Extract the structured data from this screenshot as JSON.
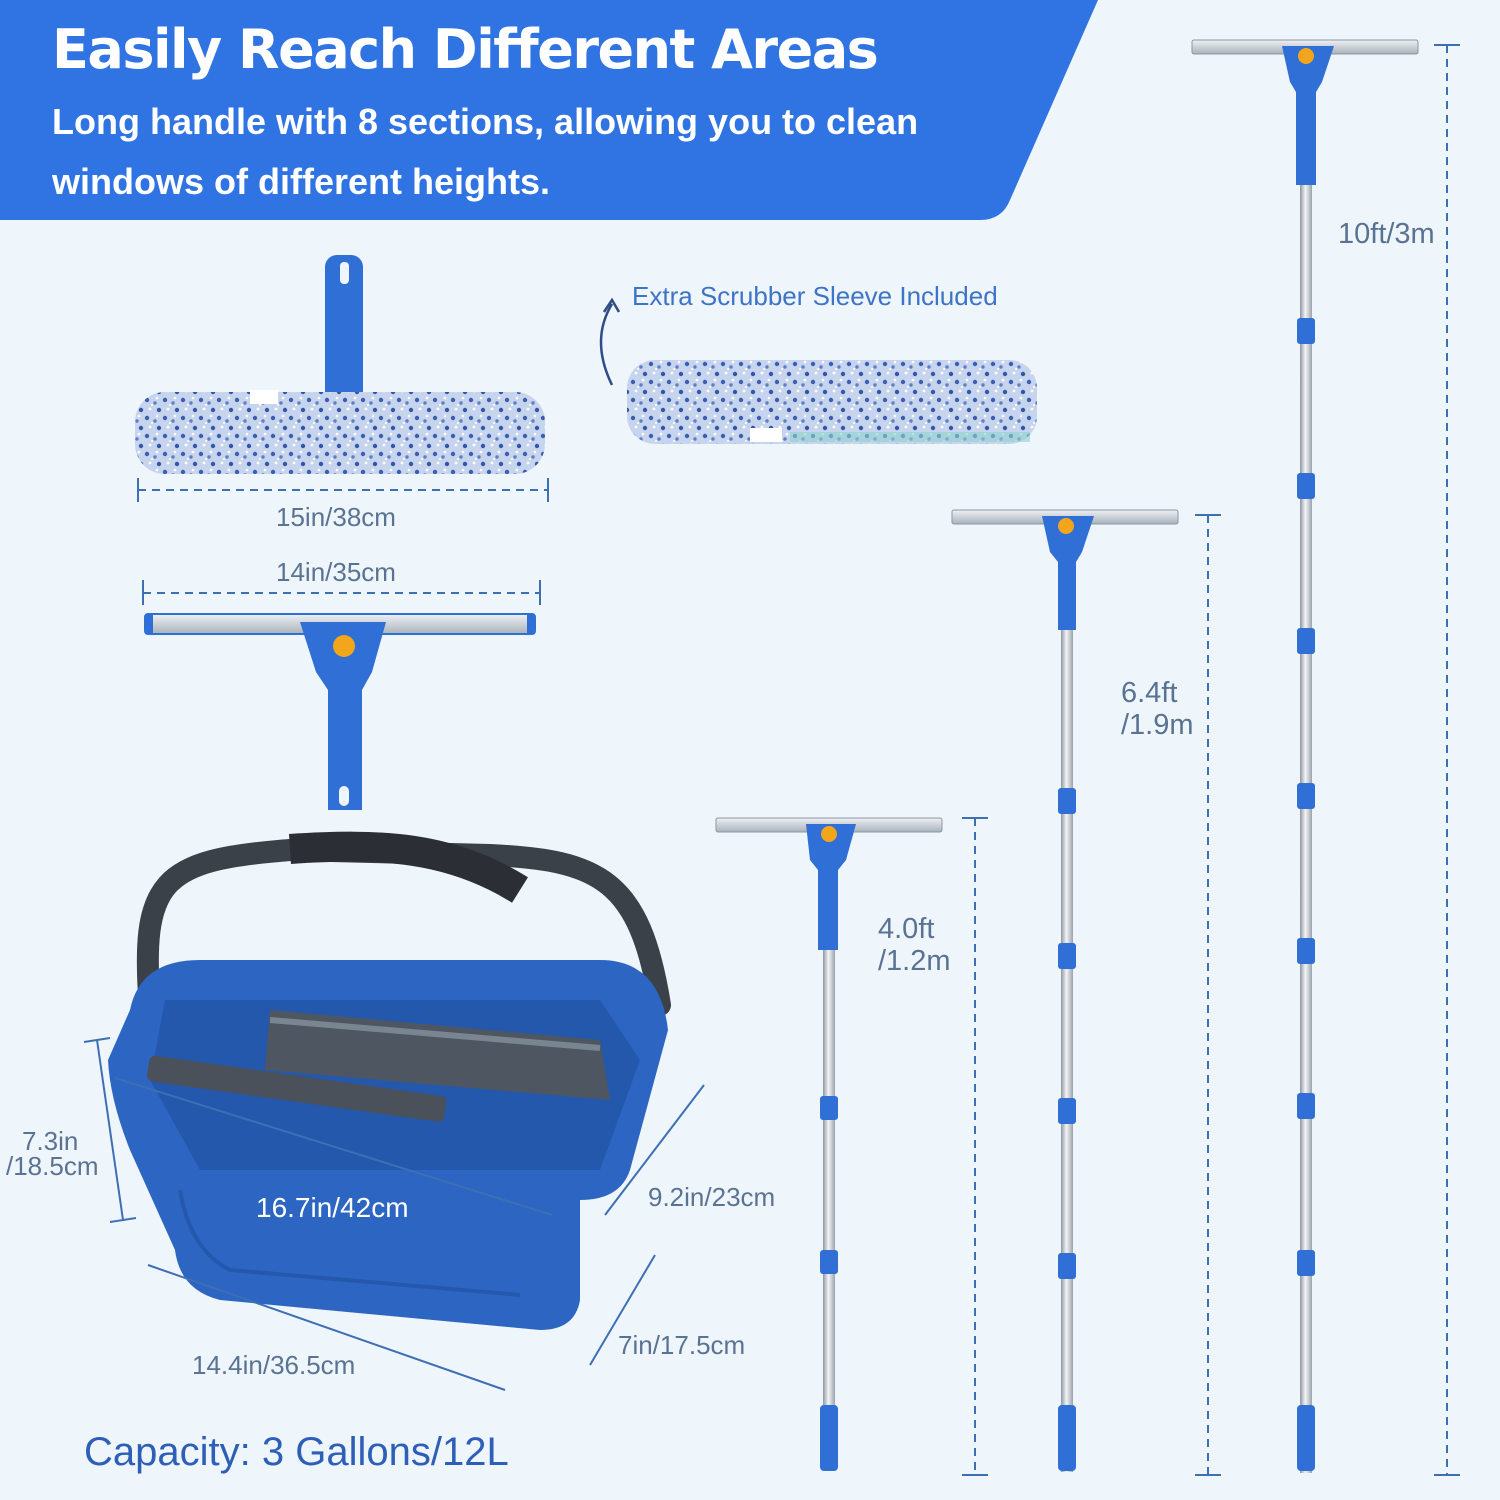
{
  "header": {
    "title": "Easily Reach Different Areas",
    "subtitle": "Long handle with 8 sections, allowing you to clean windows of different heights."
  },
  "scrubber": {
    "width_label": "15in/38cm",
    "extra_sleeve_note": "Extra Scrubber Sleeve Included"
  },
  "squeegee": {
    "width_label": "14in/35cm"
  },
  "poles": [
    {
      "label_line1": "4.0ft",
      "label_line2": "/1.2m"
    },
    {
      "label_line1": "6.4ft",
      "label_line2": "/1.9m"
    },
    {
      "label": "10ft/3m"
    }
  ],
  "bucket": {
    "height_line1": "7.3in",
    "height_line2": "/18.5cm",
    "top_length": "16.7in/42cm",
    "top_width": "9.2in/23cm",
    "bottom_width": "7in/17.5cm",
    "bottom_length": "14.4in/36.5cm",
    "capacity": "Capacity: 3 Gallons/12L"
  },
  "colors": {
    "brand_blue": "#2f74e2",
    "background": "#eef5fb",
    "bucket_blue": "#2d66c2",
    "handle_gray": "#3b4148",
    "dimension_line": "#3d6fb5"
  }
}
